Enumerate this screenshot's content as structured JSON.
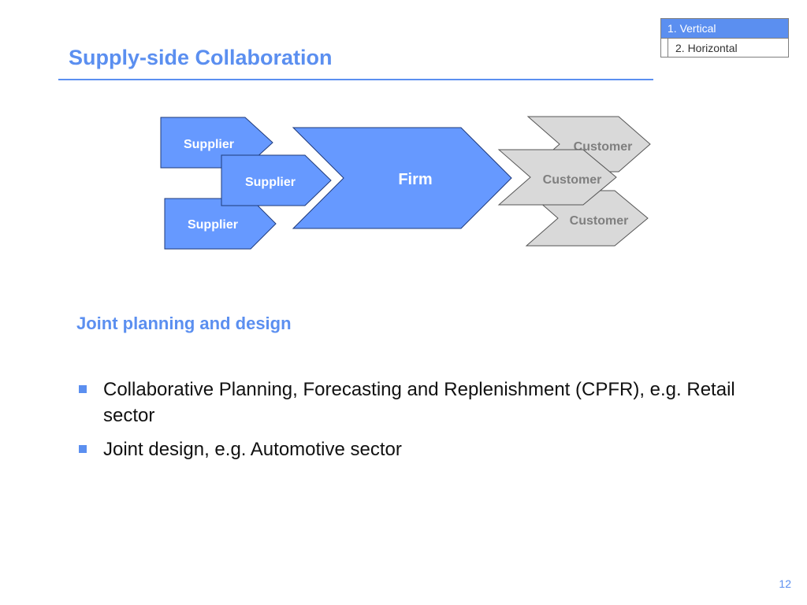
{
  "nav": {
    "items": [
      {
        "label": "1. Vertical",
        "active": true
      },
      {
        "label": "2. Horizontal",
        "active": false
      }
    ]
  },
  "title": "Supply-side Collaboration",
  "diagram": {
    "suppliers": [
      "Supplier",
      "Supplier",
      "Supplier"
    ],
    "firm": "Firm",
    "customers": [
      "Customer",
      "Customer",
      "Customer"
    ],
    "colors": {
      "supplier_fill": "#6699ff",
      "firm_fill": "#6699ff",
      "customer_fill": "#d9d9d9",
      "outline": "#1f3a7a",
      "customer_outline": "#555555"
    }
  },
  "section": {
    "heading": "Joint planning and design",
    "bullets": [
      "Collaborative Planning, Forecasting and Replenishment (CPFR), e.g. Retail sector",
      "Joint design, e.g. Automotive sector"
    ]
  },
  "page_number": "12",
  "colors": {
    "accent": "#5b8ff0"
  }
}
